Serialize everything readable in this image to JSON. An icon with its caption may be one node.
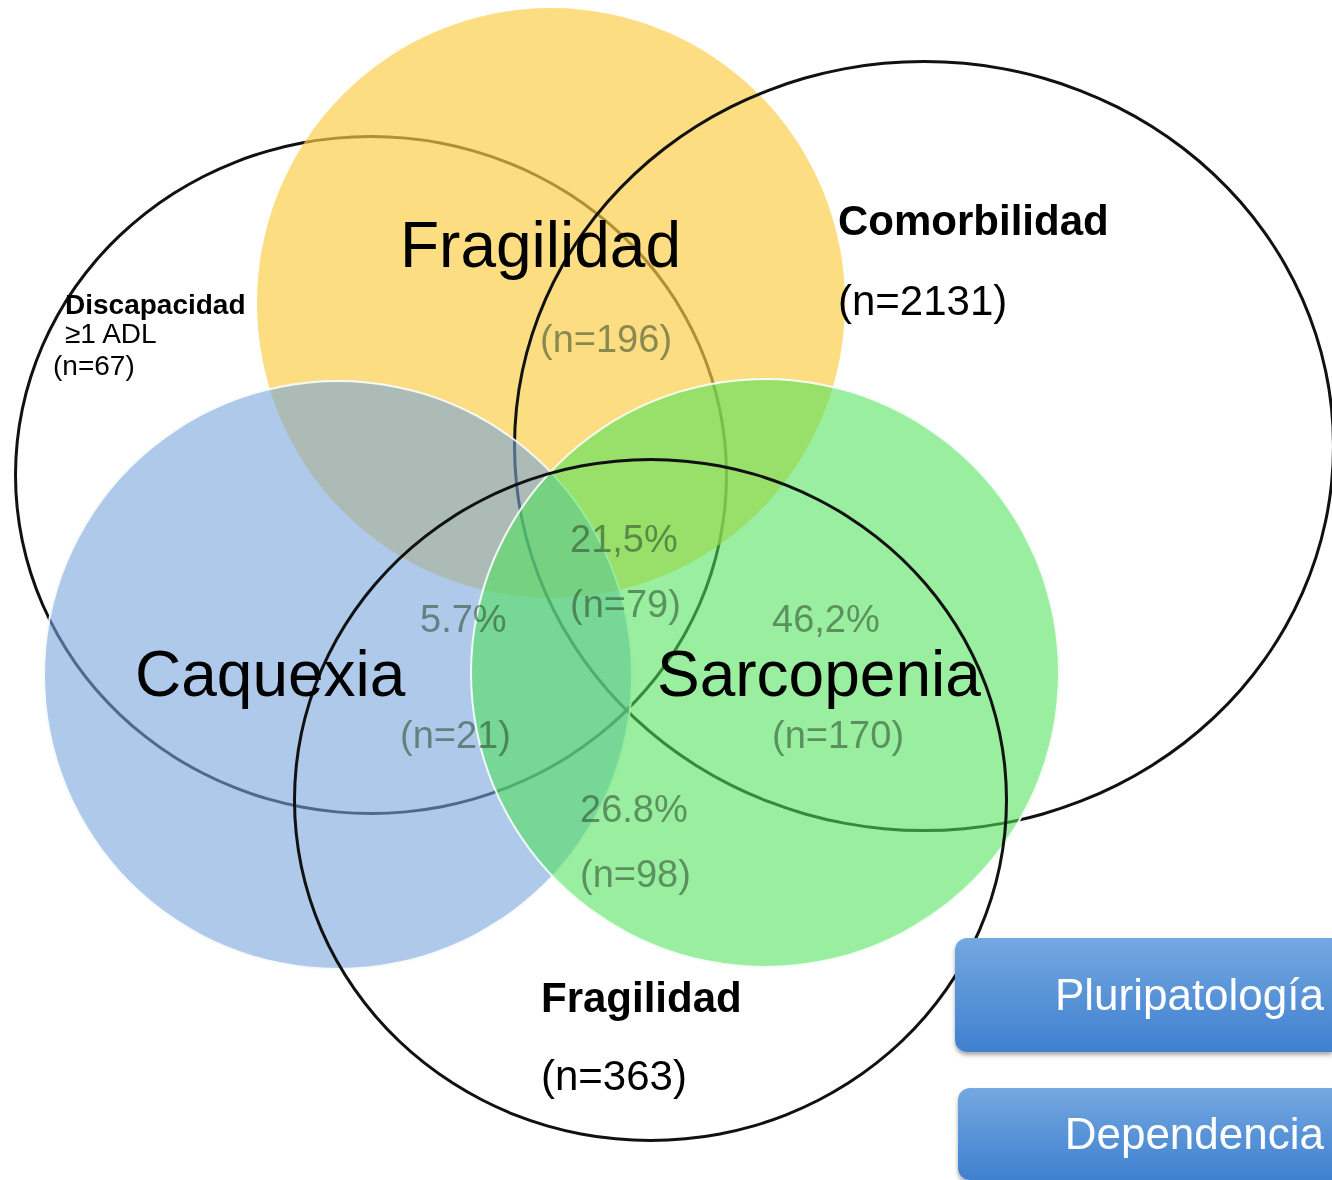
{
  "diagram": {
    "nodes": [
      {
        "text": [
          "**Discapacidad** ≥1 ADL",
          "(n=67)"
        ]
      },
      {
        "text": [
          "Fragilidad"
        ]
      },
      {
        "text": [
          "Comorbilidad",
          "(n=2131)"
        ]
      },
      {
        "text": [
          "Caquexia"
        ]
      },
      {
        "text": [
          "Sarcopenia"
        ]
      },
      {
        "text": [
          "Fragilidad",
          "(n=363)"
        ]
      },
      {
        "text": [
          "Pluripatología"
        ]
      },
      {
        "text": [
          "Dependencia"
        ]
      }
    ],
    "edges": [],
    "labels": [
      "(n=196)",
      "21,5%",
      "(n=79)",
      "5.7%",
      "(n=21)",
      "46,2%",
      "(n=170)",
      "26.8%",
      "(n=98)"
    ]
  }
}
